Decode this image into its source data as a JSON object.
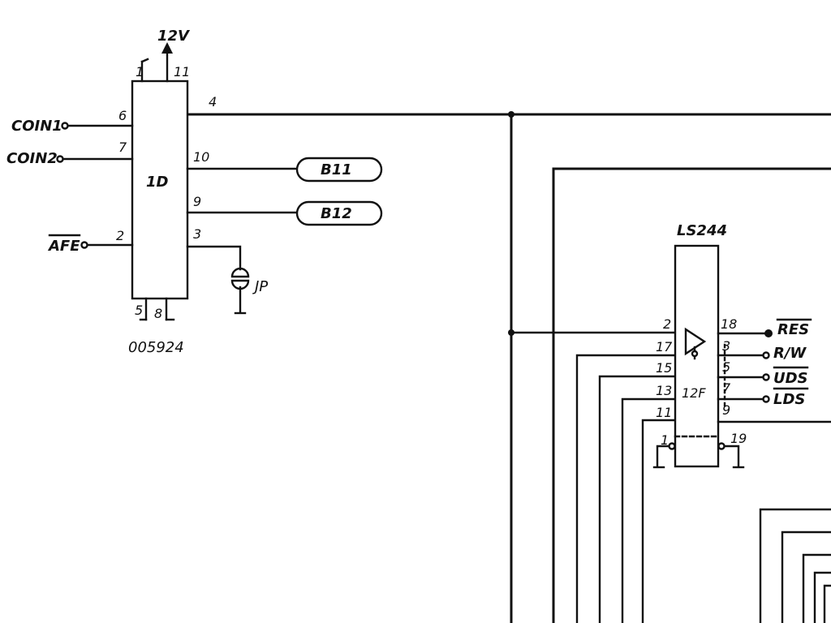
{
  "chip1": {
    "name": "1D",
    "part": "005924",
    "power": "12V",
    "pins": {
      "p6": "6",
      "p7": "7",
      "p2": "2",
      "p4": "4",
      "p10": "10",
      "p9": "9",
      "p3": "3",
      "p1": "1",
      "p11": "11",
      "p5": "5",
      "p8": "8"
    }
  },
  "inputs": {
    "coin1": "COIN1",
    "coin2": "COIN2",
    "afe": "AFE"
  },
  "connectors": {
    "b11": "B11",
    "b12": "B12"
  },
  "jumper": "JP",
  "chip2": {
    "type": "LS244",
    "name": "12F",
    "pins_left": [
      "2",
      "17",
      "15",
      "13",
      "11"
    ],
    "pins_right": [
      "18",
      "3",
      "5",
      "7",
      "9"
    ],
    "pin_enable_left": "1",
    "pin_enable_right": "19"
  },
  "outputs": {
    "res": "RES",
    "rw": "R/W",
    "uds": "UDS",
    "lds": "LDS"
  }
}
